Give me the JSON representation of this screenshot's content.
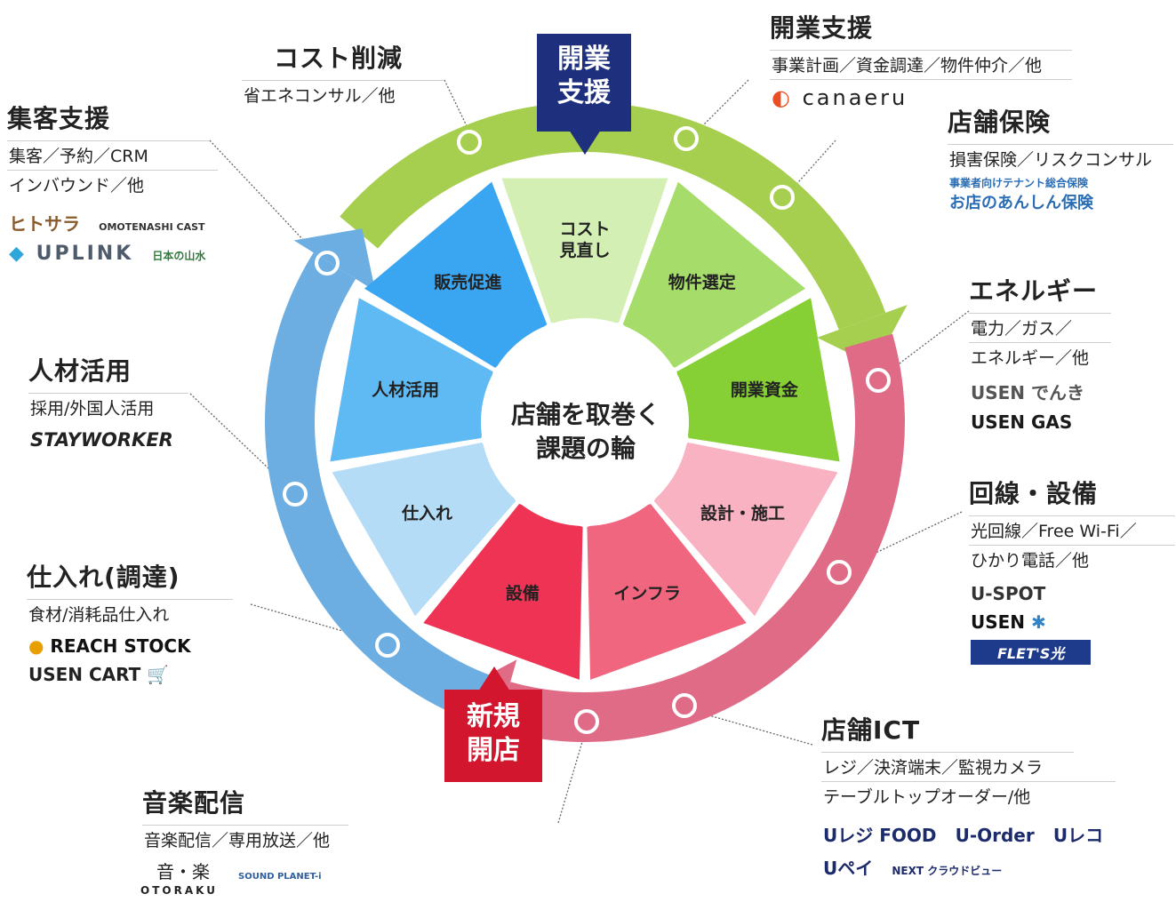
{
  "center": {
    "line1": "店舗を取巻く",
    "line2": "課題の輪"
  },
  "badges": {
    "top": {
      "line1": "開業",
      "line2": "支援"
    },
    "bottom": {
      "line1": "新規",
      "line2": "開店"
    }
  },
  "segments": [
    {
      "label": "コスト\n見直し",
      "color": "#d4efb3"
    },
    {
      "label": "物件選定",
      "color": "#a6dd6a"
    },
    {
      "label": "開業資金",
      "color": "#86cf34"
    },
    {
      "label": "設計・施工",
      "color": "#f8b2c2"
    },
    {
      "label": "インフラ",
      "color": "#f0667f"
    },
    {
      "label": "設備",
      "color": "#ee3355"
    },
    {
      "label": "仕入れ",
      "color": "#b5dcf7"
    },
    {
      "label": "人材活用",
      "color": "#5fbaf3"
    },
    {
      "label": "販売促進",
      "color": "#3aa6f2"
    }
  ],
  "colors": {
    "green": "#a7cf4f",
    "pink": "#e06b86",
    "blue": "#6caee1",
    "navy": "#1e2f7d",
    "red": "#d2162e"
  },
  "categories": {
    "cost": {
      "title": "コスト削減",
      "lines": [
        "省エネコンサル／他"
      ],
      "logos": []
    },
    "kaigyo": {
      "title": "開業支援",
      "lines": [
        "事業計画／資金調達／物件仲介／他"
      ],
      "logos": [
        "canaeru"
      ]
    },
    "hoken": {
      "title": "店舗保険",
      "lines": [
        "損害保険／リスクコンサル"
      ],
      "logos": [
        "事業者向けテナント総合保険",
        "お店のあんしん保険"
      ]
    },
    "shukyaku": {
      "title": "集客支援",
      "lines": [
        "集客／予約／CRM",
        "インバウンド／他"
      ],
      "logos": [
        "ヒトサラ",
        "OMOTENASHI CAST",
        "UPLINK",
        "日本の山水"
      ]
    },
    "energy": {
      "title": "エネルギー",
      "lines": [
        "電力／ガス／",
        "エネルギー／他"
      ],
      "logos": [
        "USEN でんき",
        "USEN GAS"
      ]
    },
    "jinzai": {
      "title": "人材活用",
      "lines": [
        "採用/外国人活用"
      ],
      "logos": [
        "STAYWORKER"
      ]
    },
    "kaisen": {
      "title": "回線・設備",
      "lines": [
        "光回線／Free Wi-Fi／",
        "ひかり電話／他"
      ],
      "logos": [
        "U-SPOT",
        "USEN",
        "FLET'S光"
      ]
    },
    "shiire": {
      "title": "仕入れ(調達)",
      "lines": [
        "食材/消耗品仕入れ"
      ],
      "logos": [
        "REACH STOCK",
        "USEN CART"
      ]
    },
    "ict": {
      "title": "店舗ICT",
      "lines": [
        "レジ／決済端末／監視カメラ",
        "テーブルトップオーダー/他"
      ],
      "logos": [
        "Uレジ FOOD",
        "U-Order",
        "Uレコ",
        "Uペイ",
        "NEXT クラウドビュー"
      ]
    },
    "ongaku": {
      "title": "音楽配信",
      "lines": [
        "音楽配信／専用放送／他"
      ],
      "logos": [
        "音・楽",
        "OTORAKU",
        "SOUND PLANET-i"
      ]
    }
  }
}
